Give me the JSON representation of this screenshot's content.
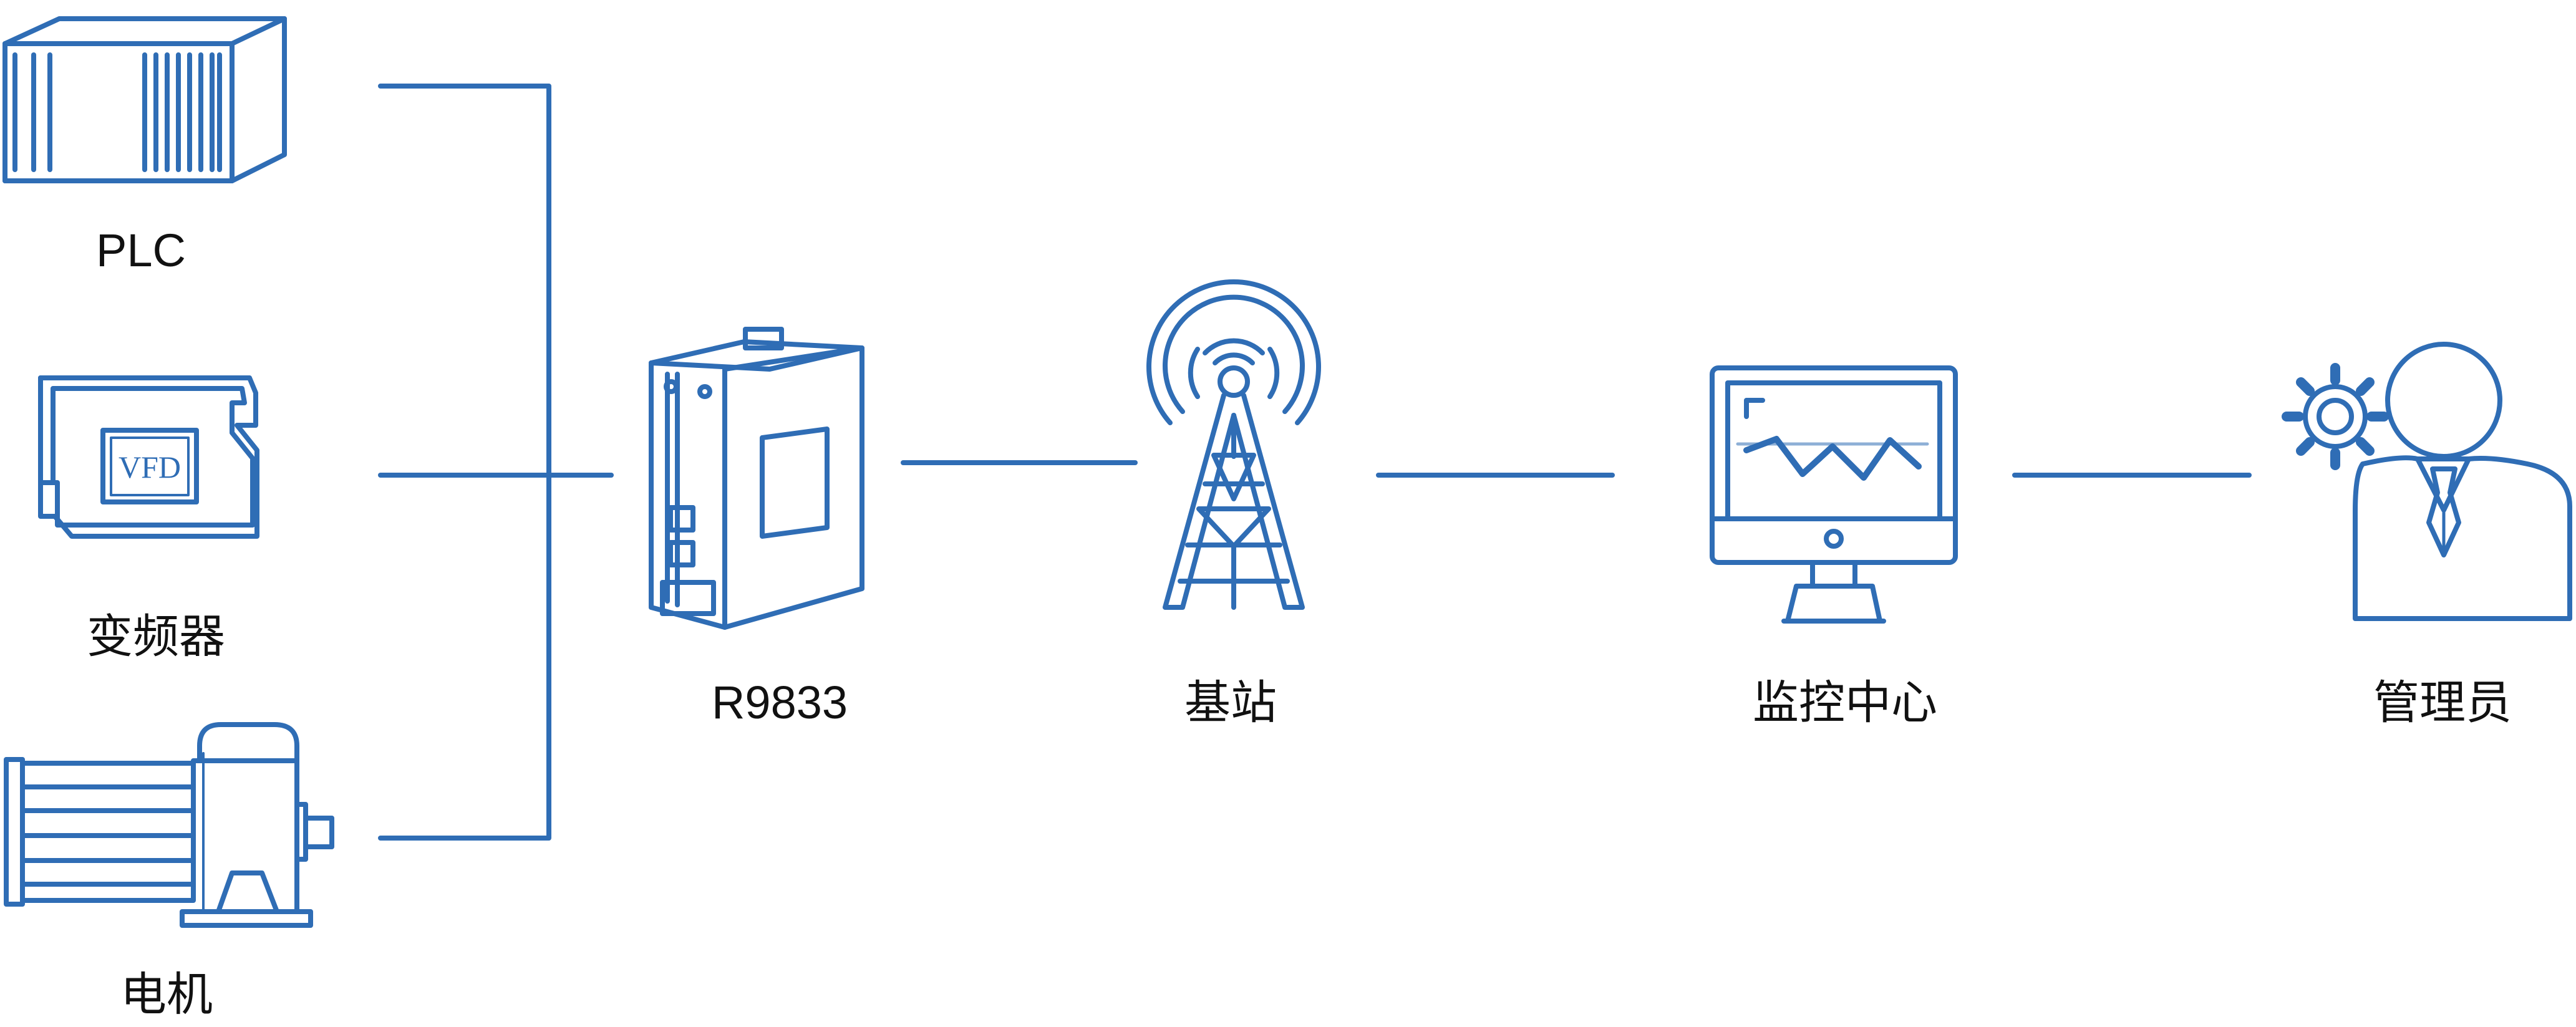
{
  "colors": {
    "accent": "#2f6db5",
    "line": "#2f6db5",
    "text": "#111111",
    "background": "#ffffff"
  },
  "devices": {
    "plc": {
      "label": "PLC",
      "icon": "plc-rack-icon"
    },
    "vfd": {
      "label": "变频器",
      "badge": "VFD",
      "icon": "vfd-icon"
    },
    "motor": {
      "label": "电机",
      "icon": "motor-icon"
    }
  },
  "gateway": {
    "label": "R9833",
    "icon": "router-icon"
  },
  "base_station": {
    "label": "基站",
    "icon": "tower-icon"
  },
  "monitoring_center": {
    "label": "监控中心",
    "icon": "monitor-icon"
  },
  "administrator": {
    "label": "管理员",
    "icon": "admin-user-icon"
  }
}
